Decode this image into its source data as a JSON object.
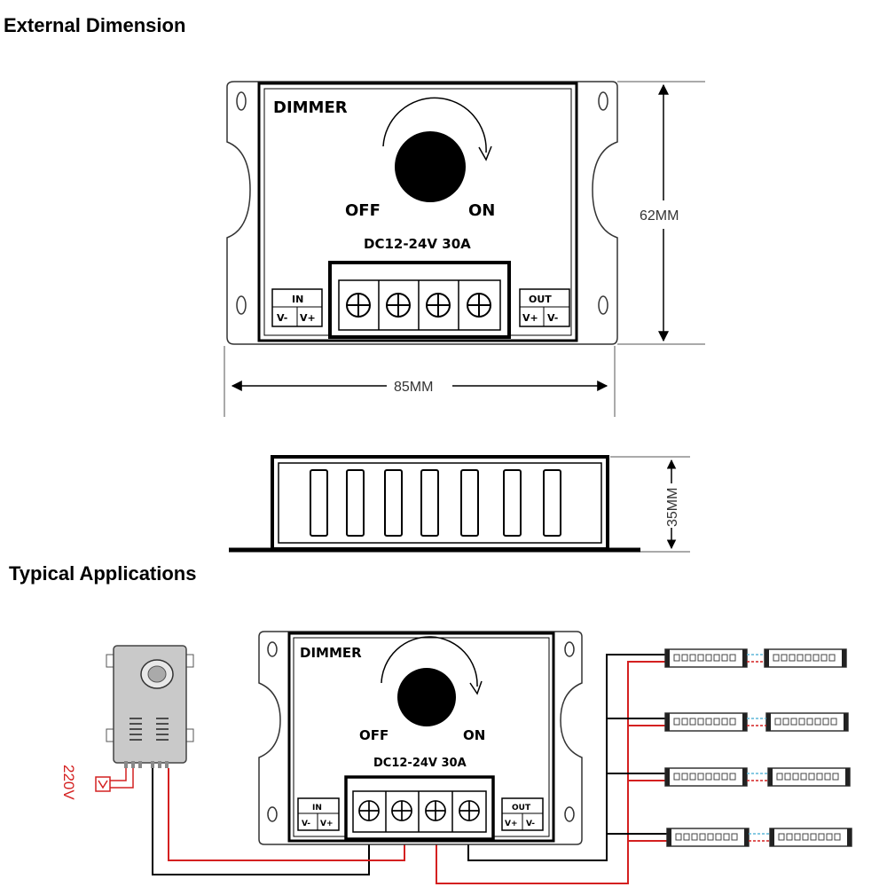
{
  "headings": {
    "external_dimension": "External Dimension",
    "typical_applications": "Typical Applications"
  },
  "dimmer": {
    "title": "DIMMER",
    "off": "OFF",
    "on": "ON",
    "rating": "DC12-24V 30A",
    "in_label": "IN",
    "out_label": "OUT",
    "in_v_minus": "V-",
    "in_v_plus": "V+",
    "out_v_plus": "V+",
    "out_v_minus": "V-"
  },
  "dimensions": {
    "height": "62MM",
    "width": "85MM",
    "depth": "35MM"
  },
  "power_supply": {
    "input_voltage": "220V"
  },
  "colors": {
    "wire_positive": "#d42020",
    "wire_negative": "#000000",
    "led_link": "#5fb7d8"
  }
}
